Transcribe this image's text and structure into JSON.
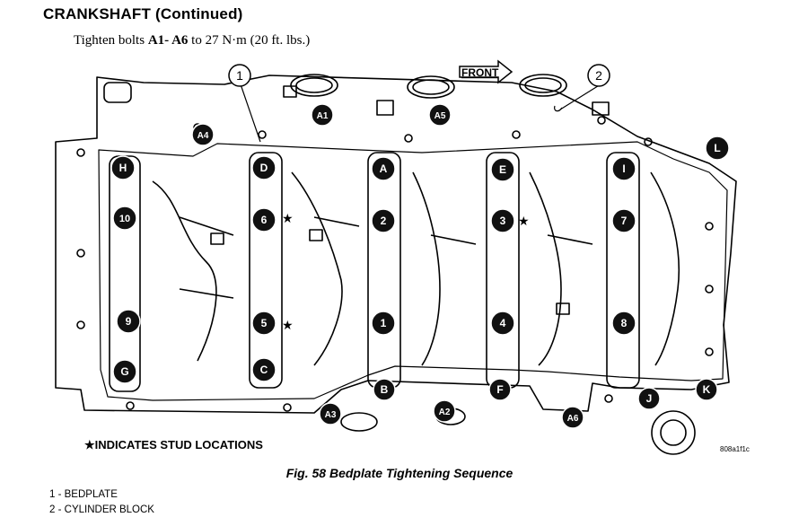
{
  "header": {
    "title": "CRANKSHAFT (Continued)"
  },
  "instruction": {
    "prefix": "Tighten bolts ",
    "bolts": "A1- A6",
    "suffix": " to 27 N·m (20 ft. lbs.)"
  },
  "figure": {
    "front_label": "FRONT",
    "stud_note": "★INDICATES STUD LOCATIONS",
    "image_code": "808a1f1c",
    "star_glyph": "★",
    "callouts": [
      {
        "number": "1",
        "part": "BEDPLATE"
      },
      {
        "number": "2",
        "part": "CYLINDER BLOCK"
      }
    ],
    "bolt_labels": [
      "H",
      "D",
      "A",
      "E",
      "I",
      "L",
      "10",
      "6",
      "2",
      "3",
      "7",
      "9",
      "5",
      "1",
      "4",
      "8",
      "G",
      "C",
      "B",
      "F",
      "J",
      "K"
    ],
    "perimeter_labels": [
      "A1",
      "A2",
      "A3",
      "A4",
      "A5",
      "A6"
    ],
    "colors": {
      "line": "#000000",
      "badge_fill": "#111111",
      "badge_text": "#ffffff",
      "background": "#ffffff"
    }
  },
  "caption": "Fig. 58 Bedplate Tightening Sequence",
  "legend": [
    {
      "number": "1",
      "text": "BEDPLATE"
    },
    {
      "number": "2",
      "text": "CYLINDER BLOCK"
    }
  ]
}
